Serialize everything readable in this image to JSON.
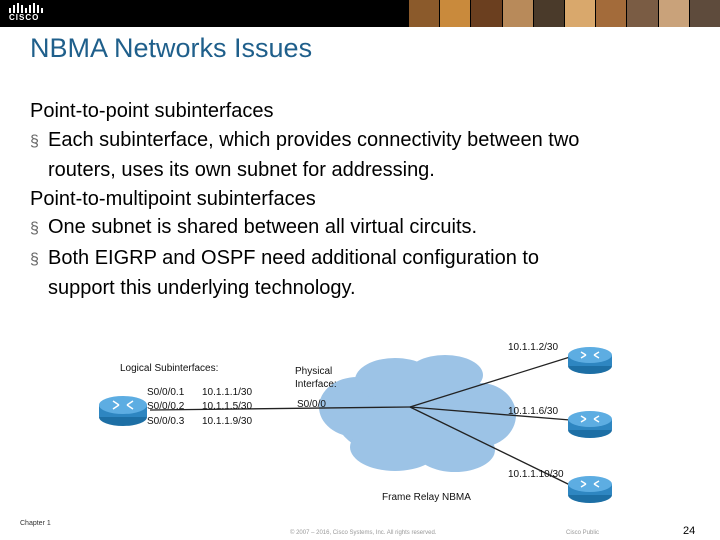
{
  "header": {
    "logo_text": "CISCO",
    "photo_colors": [
      "#8b5a2b",
      "#c98a3c",
      "#6b3f1f",
      "#b88a5a",
      "#4a3a2a",
      "#d9a86c",
      "#a36b3a",
      "#7a5c44",
      "#c9a27a",
      "#5e4b3c"
    ]
  },
  "slide": {
    "title": "NBMA Networks Issues",
    "heading1": "Point-to-point subinterfaces",
    "bullet1_line1": "Each subinterface, which provides connectivity between two",
    "bullet1_line2": "routers, uses its own subnet for addressing.",
    "heading2": "Point-to-multipoint subinterfaces",
    "bullet2": "One subnet is shared between all virtual circuits.",
    "bullet3_line1": "Both EIGRP and OSPF need additional configuration to",
    "bullet3_line2": "support this underlying technology.",
    "bullet_glyph": "§"
  },
  "diagram": {
    "logical_label": "Logical Subinterfaces:",
    "subinterfaces": [
      {
        "name": "S0/0/0.1",
        "address": "10.1.1.1/30"
      },
      {
        "name": "S0/0/0.2",
        "address": "10.1.1.5/30"
      },
      {
        "name": "S0/0/0.3",
        "address": "10.1.1.9/30"
      }
    ],
    "physical_label_1": "Physical",
    "physical_label_2": "Interface:",
    "physical_port": "S0/0/0",
    "remote_addresses": [
      "10.1.1.2/30",
      "10.1.1.6/30",
      "10.1.1.10/30"
    ],
    "cloud_label": "Frame Relay NBMA",
    "router_color": "#2e86c1",
    "cloud_color": "#9cc3e6"
  },
  "footer": {
    "chapter": "Chapter 1",
    "copyright": "© 2007 – 2016, Cisco Systems, Inc. All rights reserved.",
    "classification": "Cisco Public",
    "page": "24"
  }
}
